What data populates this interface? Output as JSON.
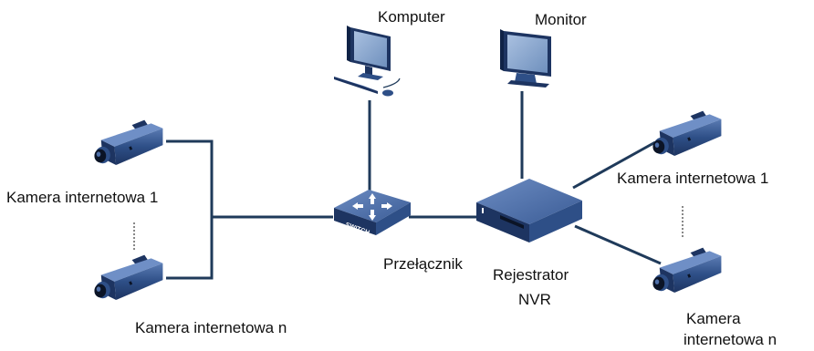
{
  "colors": {
    "line": "#1f3a5a",
    "device_dark": "#1d3461",
    "device_mid": "#2e4f87",
    "device_light": "#4e6fa8",
    "lens": "#0b1426",
    "screen": "#7f9fc9"
  },
  "labels": {
    "computer": "Komputer",
    "monitor": "Monitor",
    "switch_caption": "Przełącznik",
    "switch_text": "SWITCH",
    "nvr_line1": "Rejestrator",
    "nvr_line2": "NVR",
    "camera_left_top": "Kamera internetowa 1",
    "camera_left_bottom": "Kamera internetowa n",
    "camera_right_top": "Kamera internetowa 1",
    "camera_right_bottom_line1": "Kamera",
    "camera_right_bottom_line2": "internetowa n"
  },
  "icons": [
    "computer-icon",
    "monitor-icon",
    "network-switch-icon",
    "nvr-recorder-icon",
    "ip-camera-icon"
  ]
}
